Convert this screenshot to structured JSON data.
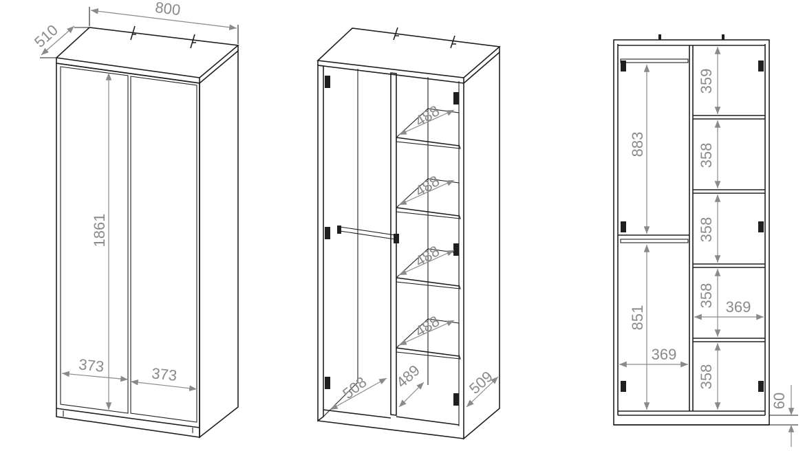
{
  "colors": {
    "outline": "#1f1f1f",
    "dimension": "#8a8a8a",
    "background": "#ffffff"
  },
  "views": {
    "closed": {
      "width": "800",
      "depth": "510",
      "height": "1861",
      "door_left": "373",
      "door_right": "373"
    },
    "open": {
      "shelf_1": "488",
      "shelf_2": "488",
      "shelf_3": "488",
      "shelf_4": "488",
      "bottom_left": "508",
      "bottom_mid": "489",
      "side_depth": "509"
    },
    "front": {
      "hang_upper": "883",
      "hang_lower": "851",
      "hang_width": "369",
      "comp_1": "359",
      "comp_2": "358",
      "comp_3": "358",
      "comp_4": "358",
      "comp_5": "358",
      "comp_width": "369",
      "plinth": "60"
    }
  }
}
